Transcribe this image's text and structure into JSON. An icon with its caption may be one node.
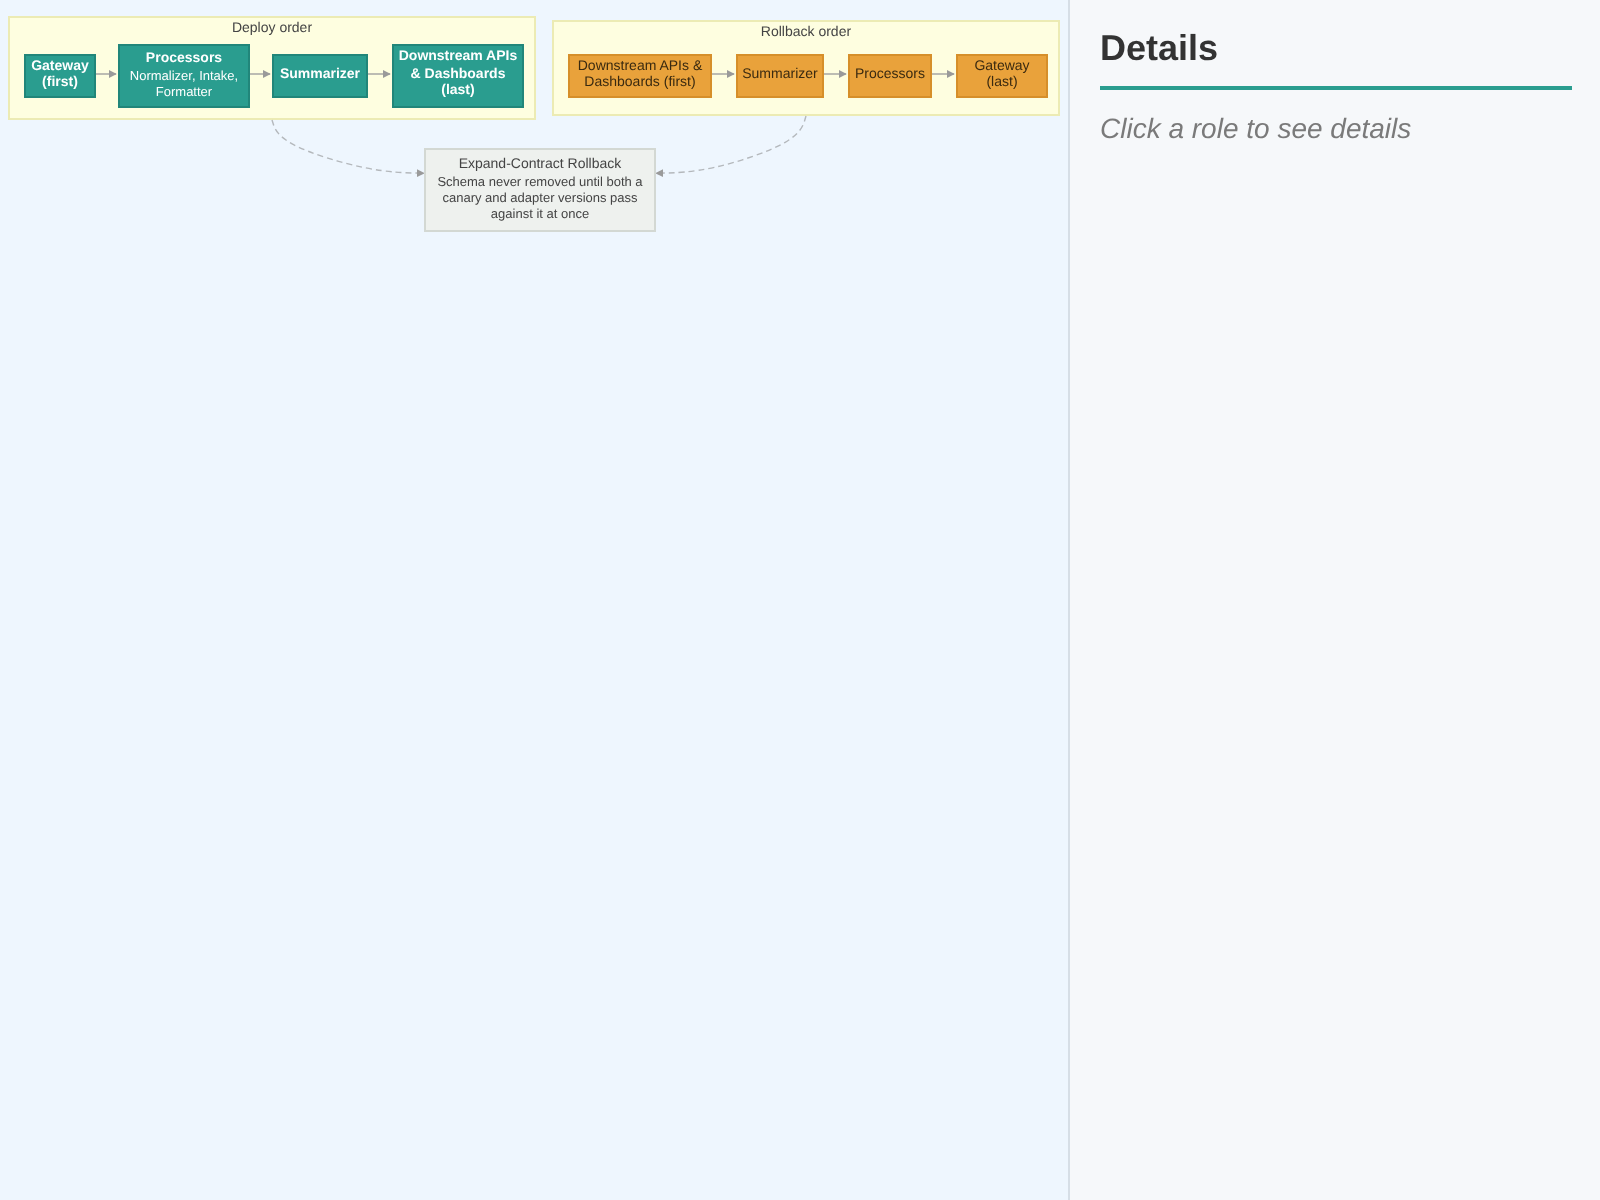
{
  "diagram": {
    "nodes": [
      {
        "text": [
          "Deploy order"
        ]
      },
      {
        "text": [
          "Gateway (first)"
        ],
        "in": 0
      },
      {
        "text": [
          "Processors",
          "Normalizer, Intake, Formatter"
        ],
        "in": 0
      },
      {
        "text": [
          "Summarizer"
        ],
        "in": 0
      },
      {
        "text": [
          "Downstream APIs & Dashboards (last)"
        ],
        "in": 0
      },
      {
        "text": [
          "Rollback order"
        ]
      },
      {
        "text": [
          "Downstream APIs & Dashboards (first)"
        ],
        "in": 5
      },
      {
        "text": [
          "Summarizer"
        ],
        "in": 5
      },
      {
        "text": [
          "Processors"
        ],
        "in": 5
      },
      {
        "text": [
          "Gateway (last)"
        ],
        "in": 5
      },
      {
        "text": [
          "Expand-Contract Rollback",
          "Schema never removed until both a canary and adapter versions pass against it at once"
        ]
      }
    ],
    "edges": [
      {
        "from": 1,
        "to": 2,
        "arrow": "to"
      },
      {
        "from": 2,
        "to": 3,
        "arrow": "to"
      },
      {
        "from": 3,
        "to": 4,
        "arrow": "to"
      },
      {
        "from": 6,
        "to": 7,
        "arrow": "to"
      },
      {
        "from": 7,
        "to": 8,
        "arrow": "to"
      },
      {
        "from": 8,
        "to": 9,
        "arrow": "to"
      },
      {
        "from": 0,
        "to": 10,
        "arrow": "to",
        "style": "dashed"
      },
      {
        "from": 5,
        "to": 10,
        "arrow": "to",
        "style": "dashed"
      }
    ],
    "labels": [
      "Details",
      "Click a role to see details"
    ]
  }
}
